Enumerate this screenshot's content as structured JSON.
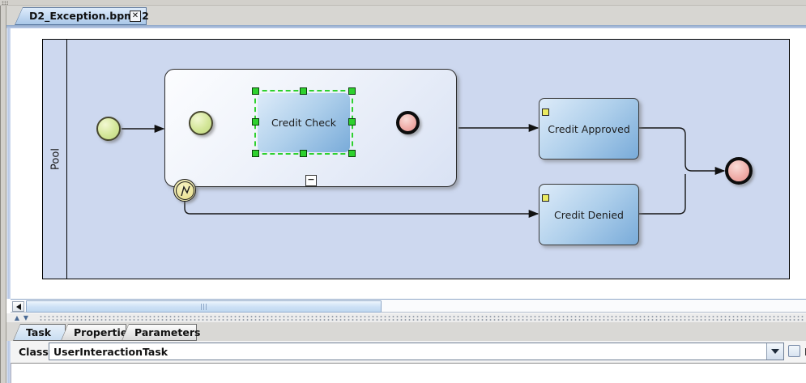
{
  "editor_tab": {
    "title": "D2_Exception.bpmn2",
    "close_glyph": "✕"
  },
  "diagram": {
    "pool_label": "Pool",
    "subprocess_collapse_glyph": "−",
    "tasks": {
      "credit_check": "Credit Check",
      "credit_approved": "Credit Approved",
      "credit_denied": "Credit Denied"
    }
  },
  "bottom_panel": {
    "tabs": [
      {
        "label": "Task",
        "selected": true
      },
      {
        "label": "Properties",
        "selected": false
      },
      {
        "label": "Parameters",
        "selected": false
      }
    ],
    "class_field": {
      "label": "Class",
      "value": "UserInteractionTask"
    },
    "exclude_label": "Ex",
    "splitter_up_glyph": "▲",
    "splitter_down_glyph": "▼"
  },
  "colors": {
    "pool_fill": "#cdd8ef",
    "selection_green": "#2ed12e",
    "marker_yellow": "#ebeb62",
    "tab_selected_blue": "#c9ddf1",
    "task_blue_light": "#ddebf9",
    "task_blue_dark": "#79abd9",
    "start_event_green": "#d3e698",
    "end_event_pink": "#efaba6",
    "boundary_event_yellow": "#e7dd86",
    "content_border_blue": "#b7c7e5"
  }
}
